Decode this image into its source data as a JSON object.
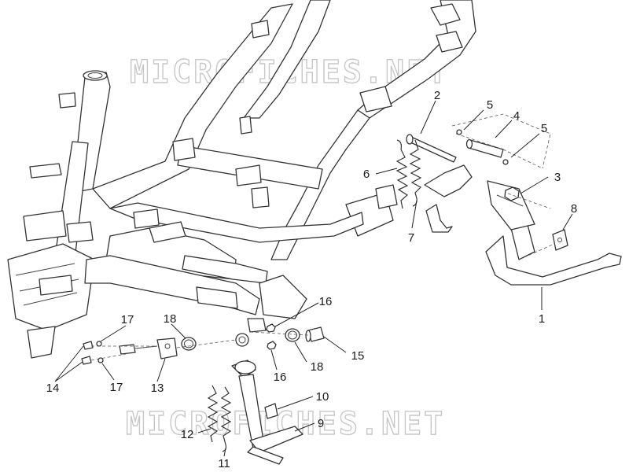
{
  "watermark": {
    "top": "MICROFICHES.NET",
    "bottom": "MICROFICHES.NET"
  },
  "callouts": {
    "c1": "1",
    "c2": "2",
    "c3": "3",
    "c4": "4",
    "c5a": "5",
    "c5b": "5",
    "c6": "6",
    "c7": "7",
    "c8": "8",
    "c9": "9",
    "c10": "10",
    "c11": "11",
    "c12": "12",
    "c13": "13",
    "c14": "14",
    "c15": "15",
    "c16a": "16",
    "c16b": "16",
    "c17a": "17",
    "c17b": "17",
    "c18a": "18",
    "c18b": "18"
  }
}
